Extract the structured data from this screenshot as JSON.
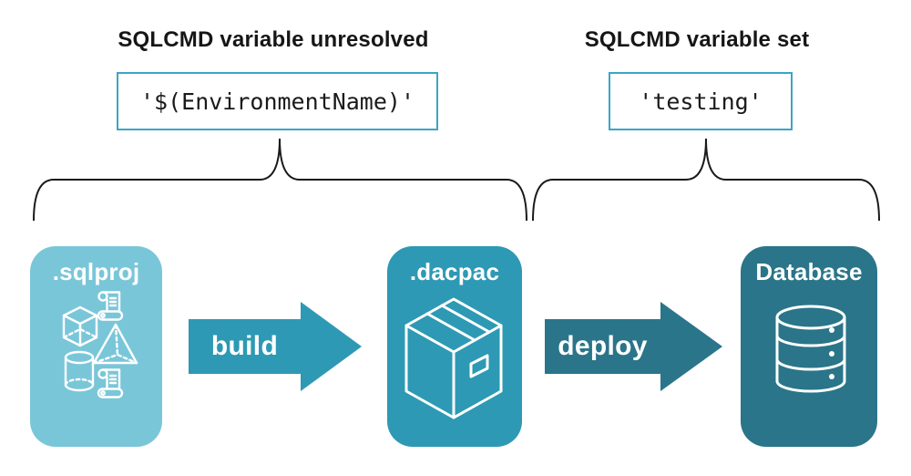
{
  "diagram": {
    "annotations": {
      "unresolved": {
        "heading": "SQLCMD variable unresolved",
        "value": "'$(EnvironmentName)'"
      },
      "set": {
        "heading": "SQLCMD variable set",
        "value": "'testing'"
      }
    },
    "pipeline": {
      "stages": [
        {
          "label": ".sqlproj",
          "color": "#7AC6D9",
          "icon": "sql-project-objects"
        },
        {
          "label": ".dacpac",
          "color": "#2E99B4",
          "icon": "package-box"
        },
        {
          "label": "Database",
          "color": "#2A7589",
          "icon": "database-cylinder"
        }
      ],
      "actions": [
        {
          "label": "build",
          "color": "#2E99B4"
        },
        {
          "label": "deploy",
          "color": "#2A7589"
        }
      ]
    },
    "colors": {
      "code_border": "#3BA6C4",
      "code_background": "#FFFFFF",
      "code_text": "#1A1A1A",
      "heading_text": "#161616",
      "brace": "#1A1A1A",
      "icon_stroke": "#FFFFFF",
      "card_label_text": "#FFFFFF",
      "page_background": "#FFFFFF"
    }
  }
}
